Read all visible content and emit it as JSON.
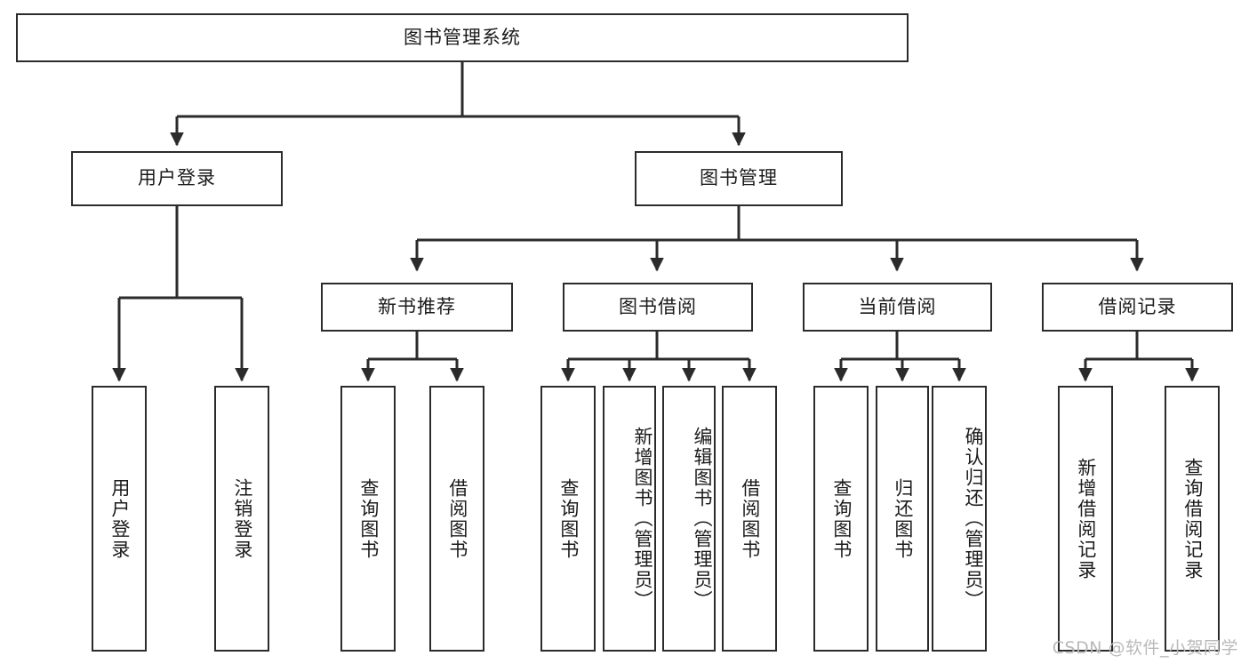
{
  "diagram": {
    "type": "tree",
    "title": "图书管理系统",
    "watermark": "CSDN @软件_小贺同学",
    "colors": {
      "box_stroke": "#2b2b2b",
      "box_fill": "#ffffff",
      "connector": "#2b2b2b",
      "text": "#1b1b1b",
      "watermark": "#b9b9b9"
    },
    "root": {
      "label": "图书管理系统"
    },
    "level2": [
      {
        "label": "用户登录"
      },
      {
        "label": "图书管理"
      }
    ],
    "level3": [
      {
        "label": "新书推荐"
      },
      {
        "label": "图书借阅"
      },
      {
        "label": "当前借阅"
      },
      {
        "label": "借阅记录"
      }
    ],
    "leaves": {
      "user_login": [
        {
          "label": "用户登录"
        },
        {
          "label": "注销登录"
        }
      ],
      "new_book_rec": [
        {
          "label": "查询图书"
        },
        {
          "label": "借阅图书"
        }
      ],
      "book_borrow": [
        {
          "label": "查询图书"
        },
        {
          "label": "新增图书（管理员）"
        },
        {
          "label": "编辑图书（管理员）"
        },
        {
          "label": "借阅图书"
        }
      ],
      "current_borrow": [
        {
          "label": "查询图书"
        },
        {
          "label": "归还图书"
        },
        {
          "label": "确认归还（管理员）"
        }
      ],
      "borrow_record": [
        {
          "label": "新增借阅记录"
        },
        {
          "label": "查询借阅记录"
        }
      ]
    }
  }
}
